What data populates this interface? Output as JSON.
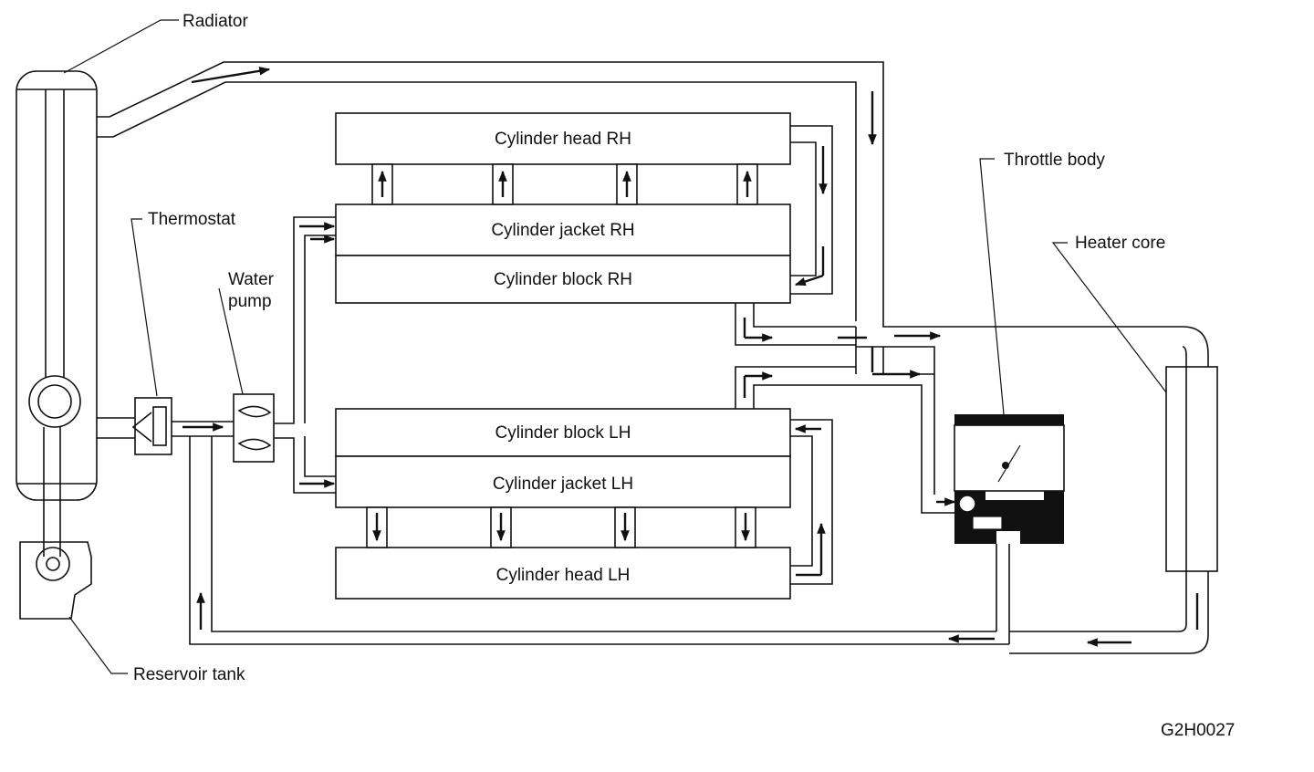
{
  "labels": {
    "radiator": "Radiator",
    "thermostat": "Thermostat",
    "water_pump_line1": "Water",
    "water_pump_line2": "pump",
    "reservoir_tank": "Reservoir tank",
    "throttle_body": "Throttle body",
    "heater_core": "Heater core",
    "figure_code": "G2H0027"
  },
  "blocks": {
    "cylinder_head_rh": "Cylinder head  RH",
    "cylinder_jacket_rh": "Cylinder jacket  RH",
    "cylinder_block_rh": "Cylinder block  RH",
    "cylinder_block_lh": "Cylinder block  LH",
    "cylinder_jacket_lh": "Cylinder jacket  LH",
    "cylinder_head_lh": "Cylinder head  LH"
  },
  "colors": {
    "ink": "#111111",
    "paper": "#ffffff"
  }
}
